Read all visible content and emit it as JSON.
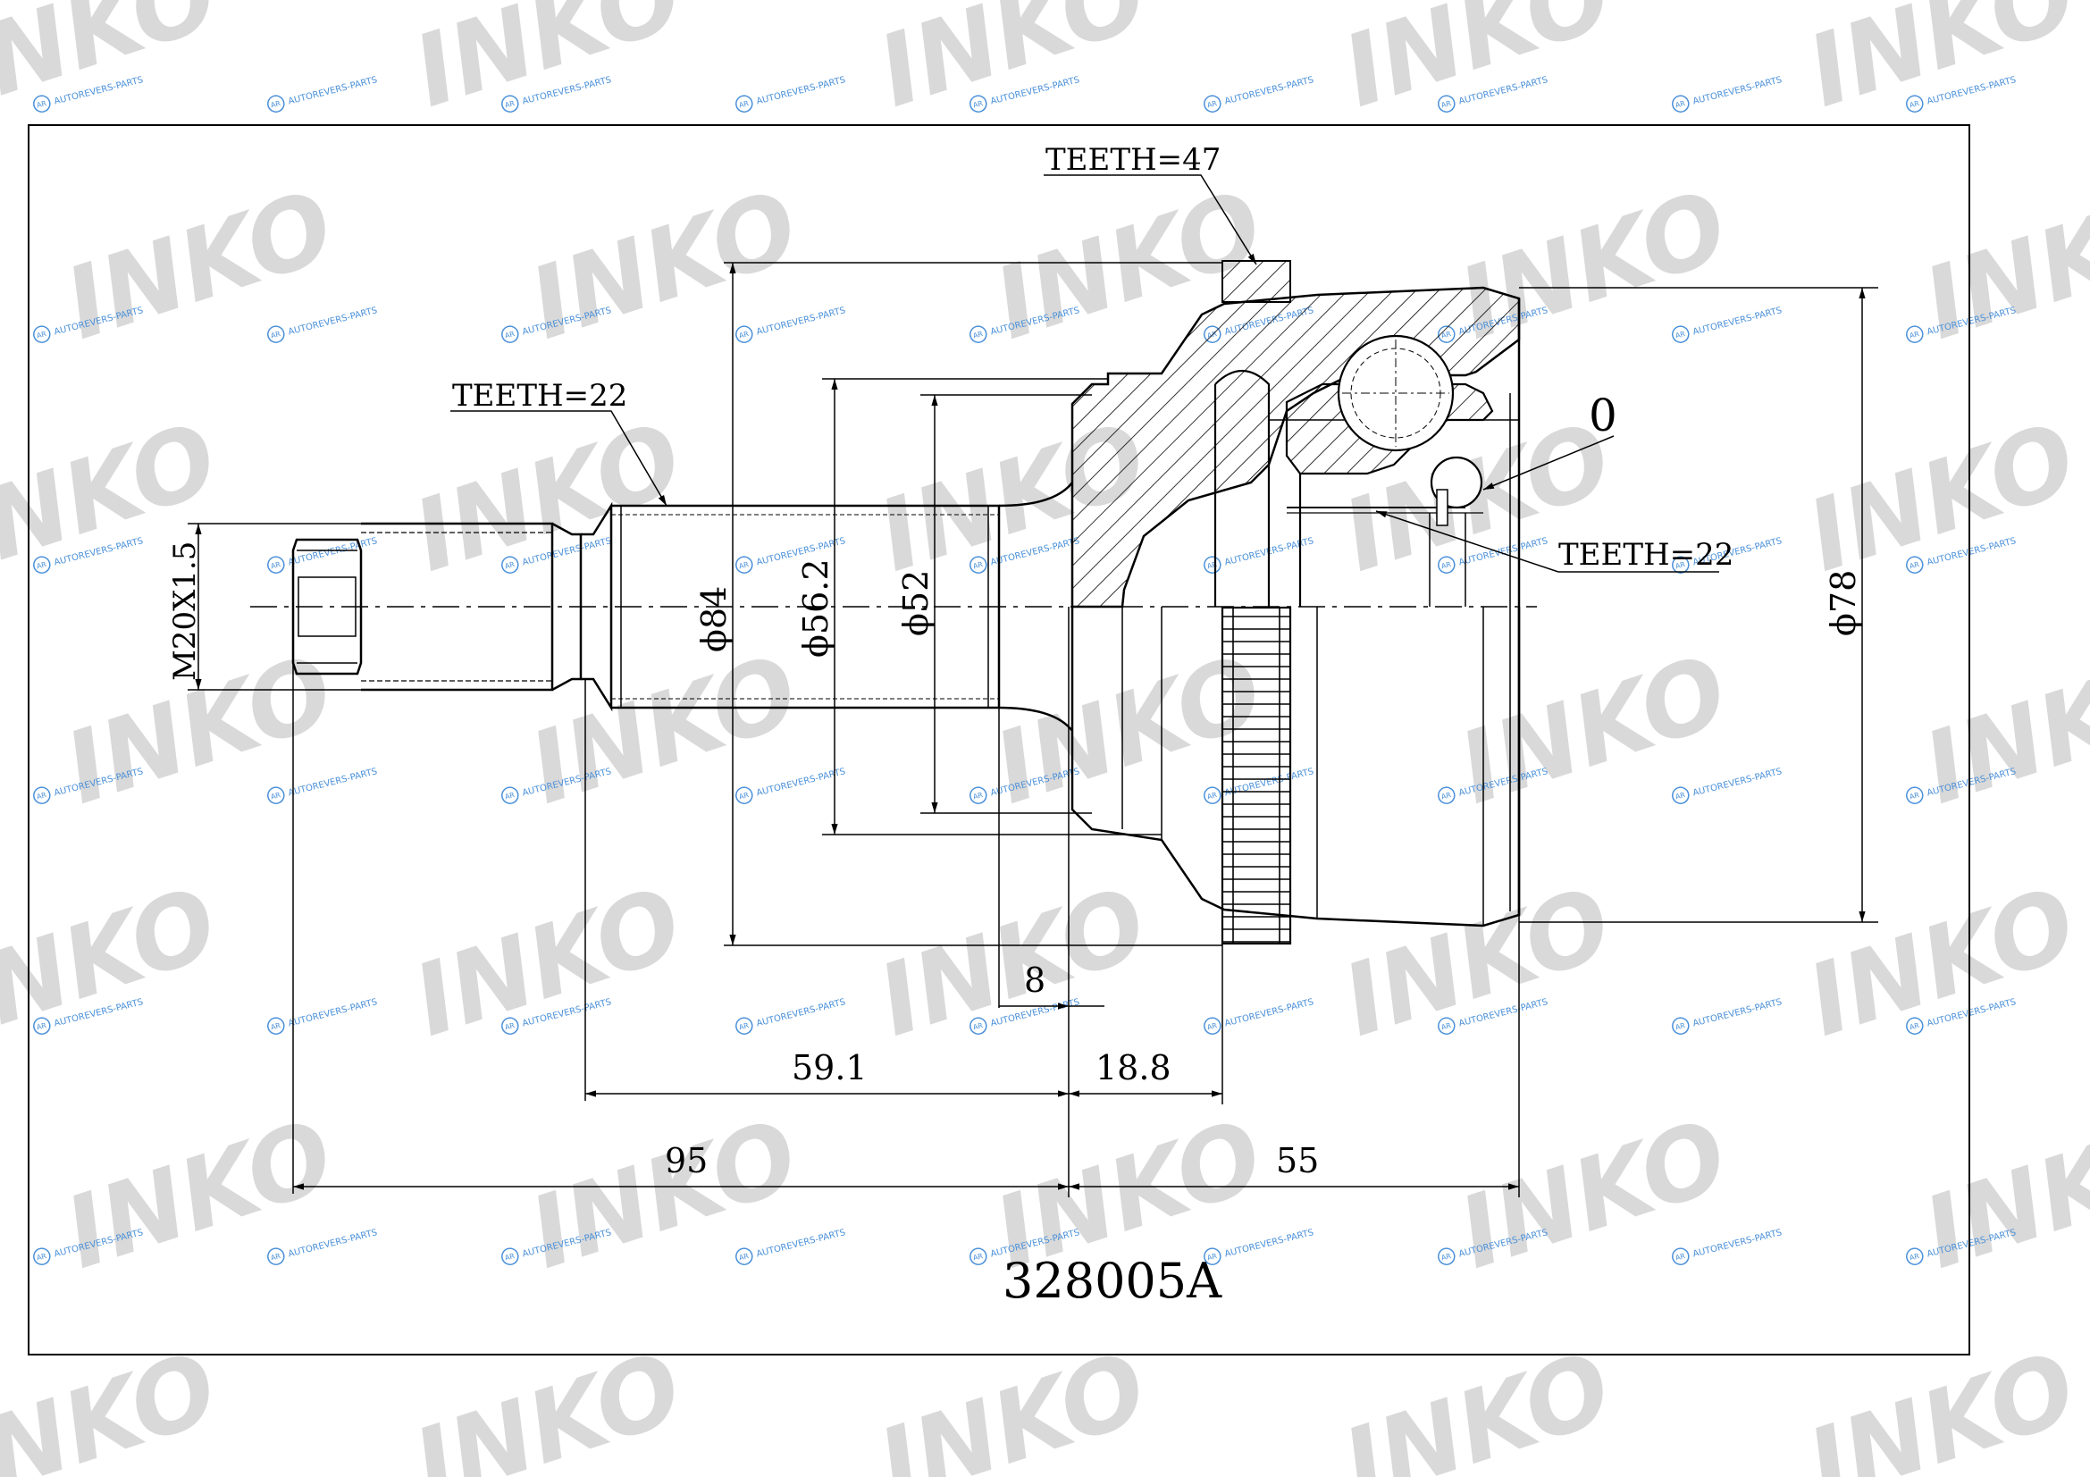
{
  "title": "328005A",
  "watermark": {
    "brand": "INKO",
    "site": "AUTOREVERS-PARTS",
    "site_badge": "AR"
  },
  "labels": {
    "teeth_outer": "TEETH=47",
    "teeth_shaft": "TEETH=22",
    "teeth_inner": "TEETH=22",
    "ring_zero": "0",
    "thread": "M20X1.5",
    "dia_84": "ϕ84",
    "dia_56": "ϕ56.2",
    "dia_52": "ϕ52",
    "dia_78": "ϕ78"
  },
  "dimensions": {
    "d8": "8",
    "d59": "59.1",
    "d188": "18.8",
    "d95": "95",
    "d55": "55"
  },
  "colors": {
    "line": "#000000",
    "watermark_brand": "#d9d9d9",
    "watermark_site": "#4a90d9"
  }
}
